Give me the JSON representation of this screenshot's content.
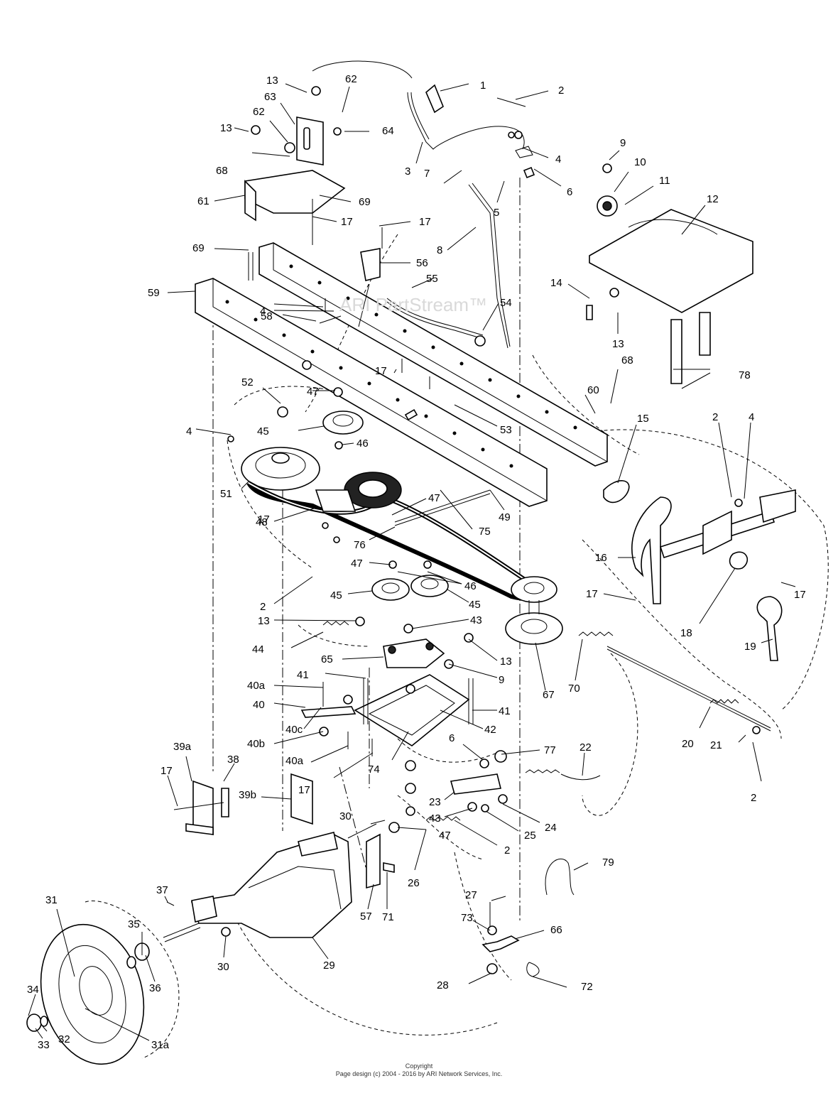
{
  "watermark": "ARI PartStream™",
  "footer": {
    "line1": "Copyright",
    "line2": "Page design (c) 2004 - 2016 by ARI Network Services, Inc."
  },
  "callouts": [
    "1",
    "2",
    "3",
    "4",
    "5",
    "6",
    "7",
    "8",
    "9",
    "10",
    "11",
    "12",
    "13",
    "14",
    "15",
    "16",
    "17",
    "18",
    "19",
    "20",
    "21",
    "22",
    "23",
    "24",
    "25",
    "26",
    "27",
    "28",
    "29",
    "30",
    "31",
    "31a",
    "32",
    "33",
    "34",
    "35",
    "36",
    "37",
    "38",
    "39a",
    "39b",
    "40",
    "40a",
    "40b",
    "40c",
    "41",
    "42",
    "43",
    "44",
    "45",
    "46",
    "47",
    "48",
    "49",
    "51",
    "52",
    "53",
    "54",
    "55",
    "56",
    "57",
    "58",
    "59",
    "60",
    "61",
    "62",
    "63",
    "64",
    "65",
    "66",
    "67",
    "68",
    "69",
    "70",
    "71",
    "72",
    "73",
    "74",
    "75",
    "76",
    "77",
    "78",
    "79"
  ]
}
